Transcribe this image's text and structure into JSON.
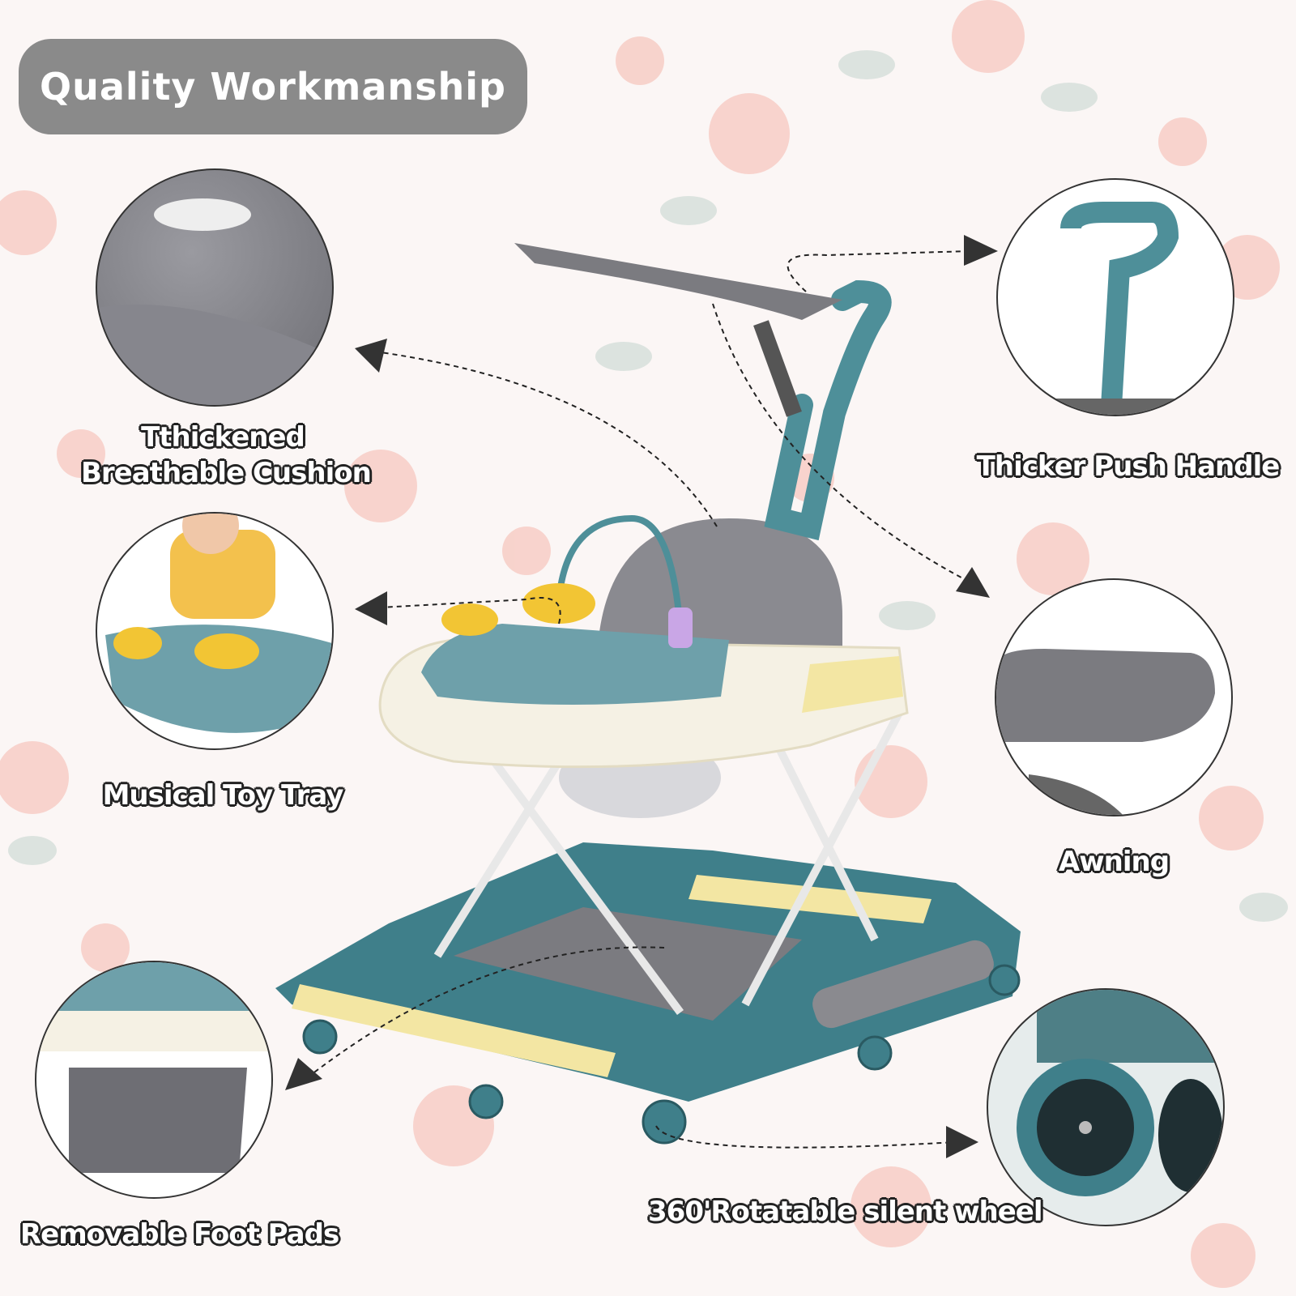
{
  "banner": {
    "title": "Quality Workmanship"
  },
  "features": [
    {
      "label_line1": "Tthickened",
      "label_line2": "Breathable Cushion"
    },
    {
      "label": "Musical Toy Tray"
    },
    {
      "label": "Removable Foot Pads"
    },
    {
      "label": "Thicker Push Handle"
    },
    {
      "label": "Awning"
    },
    {
      "label": "360'Rotatable silent wheel"
    }
  ],
  "colors": {
    "teal": "#3f7f8a",
    "yellow": "#f3e6a3",
    "grey": "#7b7b80",
    "cream": "#f5f1e4",
    "flower": "#f4b6ab",
    "banner": "#8a8a8a"
  }
}
